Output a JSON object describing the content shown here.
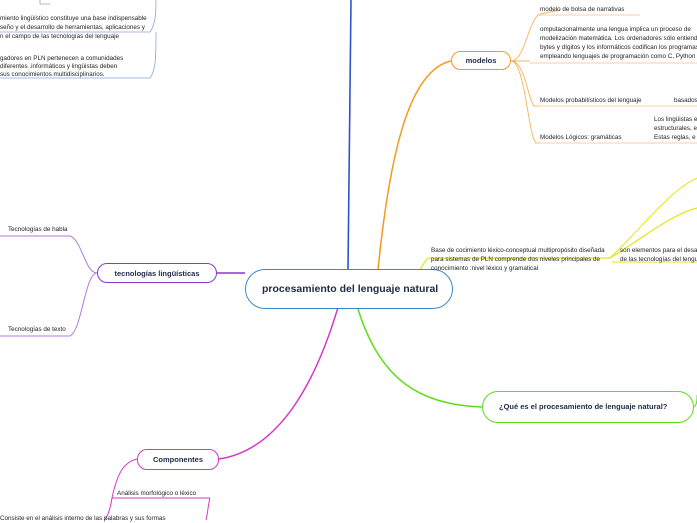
{
  "central": {
    "title": "procesamiento del lenguaje natural"
  },
  "branches": {
    "modelos": {
      "label": "modelos",
      "items": [
        "modelo de bolsa de narrativas",
        "omputacionalmente una lengua implica un proceso de",
        "modelización matemática. Los ordenadores sólo entiend",
        "bytes y dígitos y los informáticos codifican los programas",
        "empleando lenguajes de programación como C, Python o",
        "Modelos probabilísticos del lenguaje",
        "basados",
        "Los lingüistas e",
        "estructurales, e",
        "Estas reglas, e",
        "Modelos Lógicos: gramáticas"
      ]
    },
    "tecnologias": {
      "label": "tecnologías lingüísticas",
      "items": [
        "Tecnologías de habla",
        "Tecnologías de  texto"
      ]
    },
    "componentes": {
      "label": "Componentes",
      "items": [
        "Análisis morfológico o léxico",
        "Consiste en el análisis interno de las palabras y sus formas"
      ]
    },
    "que_es": {
      "label": "¿Qué es el procesamiento de lenguaje natural?"
    },
    "base": {
      "lines": [
        "Base de cocimiento léxico-conceptual multipropósito diseñada",
        "para  sistemas de PLN comprende dos niveles principales de",
        "conocimiento :nivel léxico y gramatical"
      ],
      "side": [
        "son elementos para el desar",
        "de las tecnologías del lengua"
      ]
    },
    "top_left": {
      "lines": [
        "miento lingüístico constituye una base indispensable",
        "seño y el desarrollo de herramientas, aplicaciones y",
        "n el campo de las tecnologías  del lenguaje",
        "gadores en PLN pertenecen a comunidades",
        "diferentes .informáticos y lingüistas deben",
        "sus conocimientos multidisciplinarios."
      ]
    }
  }
}
